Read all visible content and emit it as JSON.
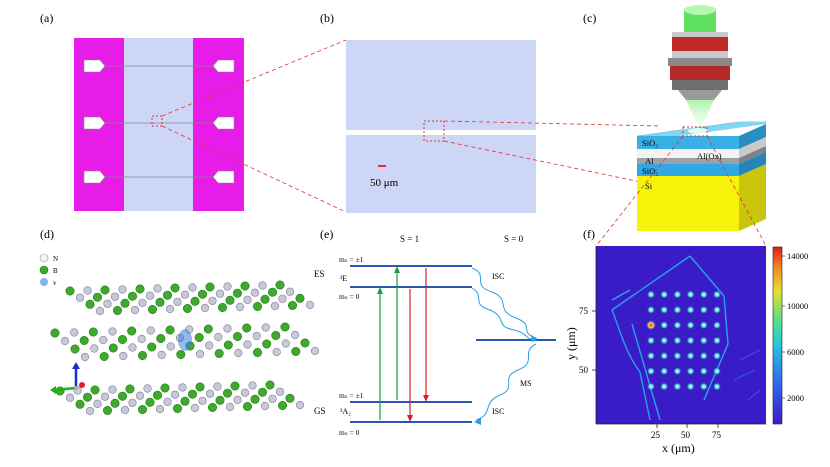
{
  "panels": {
    "a": {
      "label": "(a)"
    },
    "b": {
      "label": "(b)",
      "scale_bar": "50 μm"
    },
    "c": {
      "label": "(c)",
      "layers": {
        "top": "SiO₂",
        "al": "Al",
        "mid": "SiO₂",
        "sub": "Si",
        "side": "Al(Ox)"
      }
    },
    "d": {
      "label": "(d)",
      "legend": [
        {
          "symbol": "N",
          "color": "#f2f2f2"
        },
        {
          "symbol": "B",
          "color": "#3daa2c"
        },
        {
          "symbol": "v",
          "color": "#3a7fe0"
        }
      ]
    },
    "e": {
      "label": "(e)",
      "s1": "S = 1",
      "s0": "S = 0",
      "es": "ES",
      "gs": "GS",
      "es_state": "³E",
      "gs_state": "³A₂",
      "ms_pm1_top": "mₛ = ±1",
      "ms_0_top": "mₛ = 0",
      "ms_pm1_bot": "mₛ = ±1",
      "ms_0_bot": "mₛ = 0",
      "isc1": "ISC",
      "isc2": "ISC",
      "ms": "MS"
    },
    "f": {
      "label": "(f)",
      "xlabel": "x (μm)",
      "ylabel": "y (μm)",
      "xticks": [
        "25",
        "50",
        "75"
      ],
      "yticks": [
        "75",
        "50"
      ],
      "colorbar_ticks": [
        "14000",
        "10000",
        "6000",
        "2000"
      ]
    }
  },
  "colors": {
    "magenta": "#e81ce8",
    "lavender": "#cdd6f6",
    "laser": "#39e23a",
    "red_dash": "#e0312b"
  },
  "chart_data": {
    "type": "heatmap",
    "title": "",
    "xlabel": "x (μm)",
    "ylabel": "y (μm)",
    "xticks": [
      25,
      50,
      75
    ],
    "yticks": [
      50,
      75
    ],
    "colorbar": {
      "min": 0,
      "max": 14000,
      "ticks": [
        2000,
        6000,
        10000,
        14000
      ]
    },
    "spots": {
      "rows": 7,
      "cols": 6,
      "x_start": 20,
      "x_step": 11,
      "y_start": 82,
      "y_step": -6.5
    },
    "bright_spot": {
      "x": 20,
      "y": 70
    }
  }
}
